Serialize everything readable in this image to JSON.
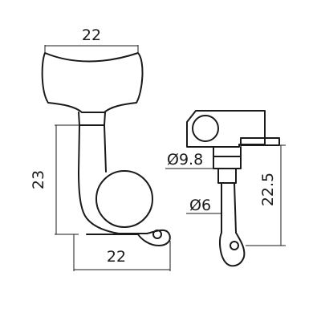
{
  "dimensions": {
    "top_width": "22",
    "body_height": "23",
    "bottom_width": "22",
    "bushing_diameter": "Ø9.8",
    "post_diameter": "Ø6",
    "post_length": "22.5"
  }
}
